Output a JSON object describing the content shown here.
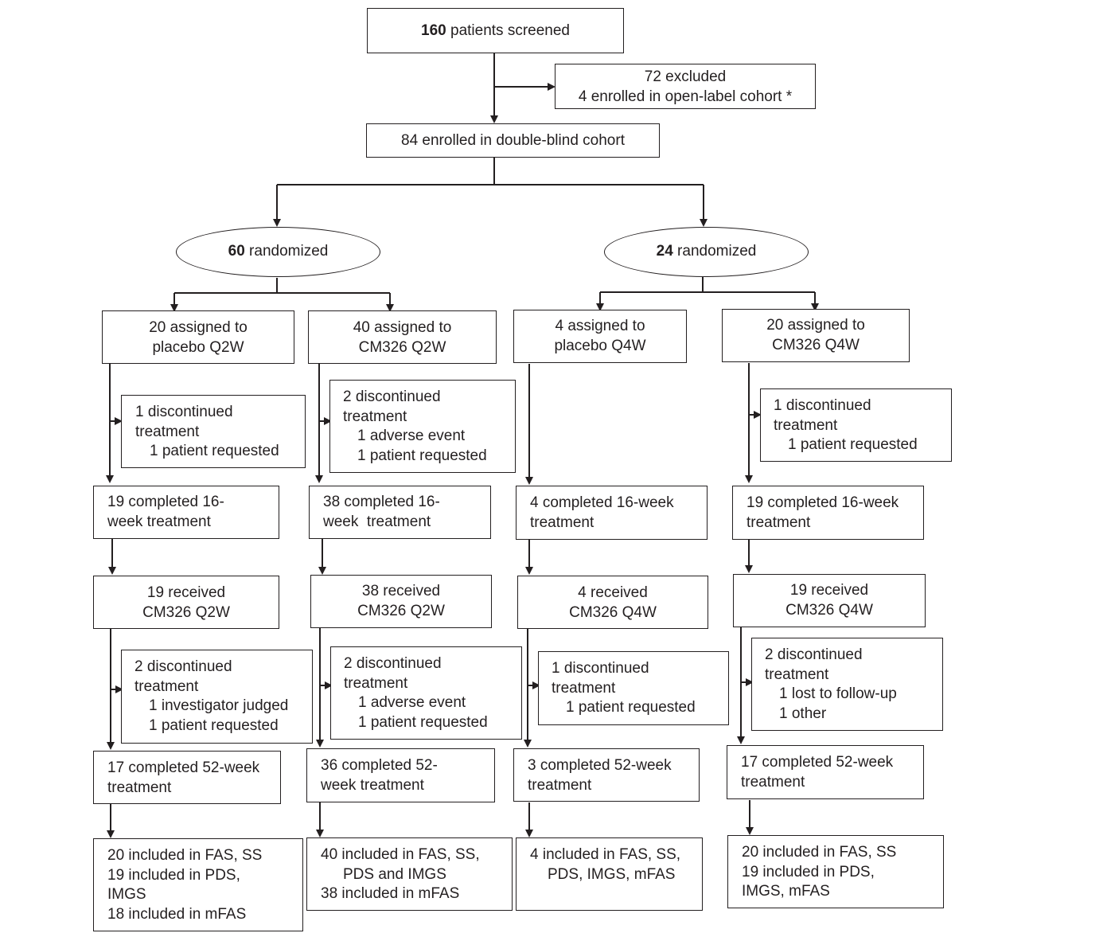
{
  "screened": {
    "count": "160",
    "text": " patients screened"
  },
  "excluded": [
    "72 excluded",
    "4 enrolled in open-label cohort *"
  ],
  "enrolled": "84 enrolled in double-blind cohort",
  "rand_left": {
    "count": "60",
    "text": " randomized"
  },
  "rand_right": {
    "count": "24",
    "text": " randomized"
  },
  "arms": [
    {
      "assigned": [
        "20 assigned to",
        "placebo Q2W"
      ],
      "disc1": {
        "lines": [
          "1 discontinued",
          "treatment"
        ],
        "reasons": [
          "1 patient requested"
        ]
      },
      "completed16": [
        "19 completed 16-",
        "week treatment"
      ],
      "received": [
        "19 received",
        "CM326 Q2W"
      ],
      "disc2": {
        "lines": [
          "2 discontinued",
          "treatment"
        ],
        "reasons": [
          "1 investigator judged",
          "1 patient requested"
        ]
      },
      "completed52": [
        "17 completed 52-week",
        "treatment"
      ],
      "included": [
        "20 included in FAS, SS",
        "19 included in PDS,",
        "IMGS",
        "18 included in mFAS"
      ]
    },
    {
      "assigned": [
        "40 assigned to",
        "CM326 Q2W"
      ],
      "disc1": {
        "lines": [
          "2 discontinued",
          "treatment"
        ],
        "reasons": [
          "1 adverse event",
          "1 patient requested"
        ]
      },
      "completed16": [
        "38 completed 16-",
        "week  treatment"
      ],
      "received": [
        "38 received",
        "CM326 Q2W"
      ],
      "disc2": {
        "lines": [
          "2 discontinued",
          "treatment"
        ],
        "reasons": [
          "1 adverse event",
          "1 patient requested"
        ]
      },
      "completed52": [
        "36 completed 52-",
        "week treatment"
      ],
      "included": [
        "40 included in FAS, SS,",
        "PDS and IMGS",
        "38 included in mFAS"
      ]
    },
    {
      "assigned": [
        "4 assigned to",
        "placebo Q4W"
      ],
      "completed16": [
        "4 completed 16-week",
        "treatment"
      ],
      "received": [
        "4 received",
        "CM326 Q4W"
      ],
      "disc2": {
        "lines": [
          "1 discontinued",
          "treatment"
        ],
        "reasons": [
          "1 patient requested"
        ]
      },
      "completed52": [
        "3 completed 52-week",
        "treatment"
      ],
      "included": [
        "4 included in FAS, SS,",
        "PDS, IMGS, mFAS"
      ]
    },
    {
      "assigned": [
        "20 assigned to",
        "CM326 Q4W"
      ],
      "disc1": {
        "lines": [
          "1 discontinued",
          "treatment"
        ],
        "reasons": [
          "1 patient requested"
        ]
      },
      "completed16": [
        "19 completed 16-week",
        "treatment"
      ],
      "received": [
        "19 received",
        "CM326 Q4W"
      ],
      "disc2": {
        "lines": [
          "2 discontinued",
          "treatment"
        ],
        "reasons": [
          "1 lost to follow-up",
          "1 other"
        ]
      },
      "completed52": [
        "17 completed 52-week",
        "treatment"
      ],
      "included": [
        "20 included in FAS, SS",
        "19 included in PDS,",
        "IMGS, mFAS"
      ]
    }
  ]
}
